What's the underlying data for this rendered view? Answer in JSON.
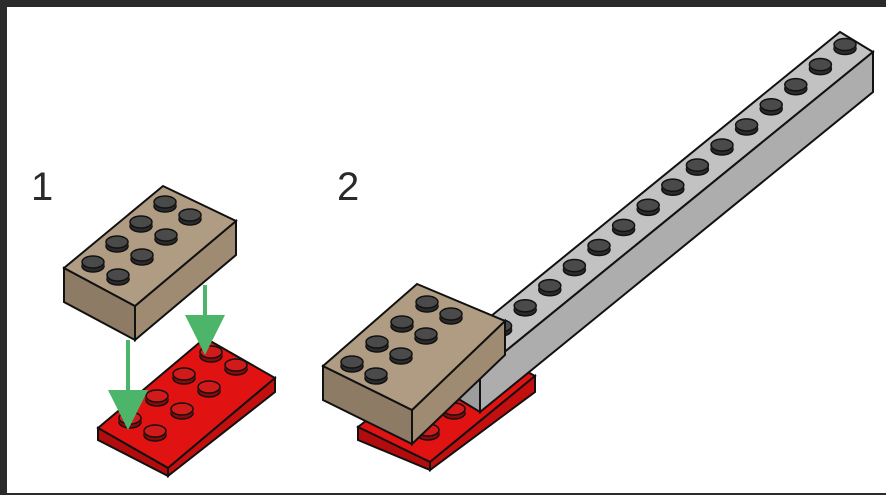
{
  "steps": [
    {
      "number": "1"
    },
    {
      "number": "2"
    }
  ],
  "colors": {
    "tan_brick": "#a08e77",
    "red_plate": "#d51010",
    "gray_beam": "#b3b3b3",
    "arrow": "#4db56a",
    "outline": "#111111",
    "stud_dark": "#3a3a3a"
  },
  "parts": [
    {
      "name": "tan-brick-2x4",
      "color": "tan"
    },
    {
      "name": "red-plate-2x4",
      "color": "red"
    },
    {
      "name": "gray-beam-1x16",
      "color": "gray"
    }
  ]
}
